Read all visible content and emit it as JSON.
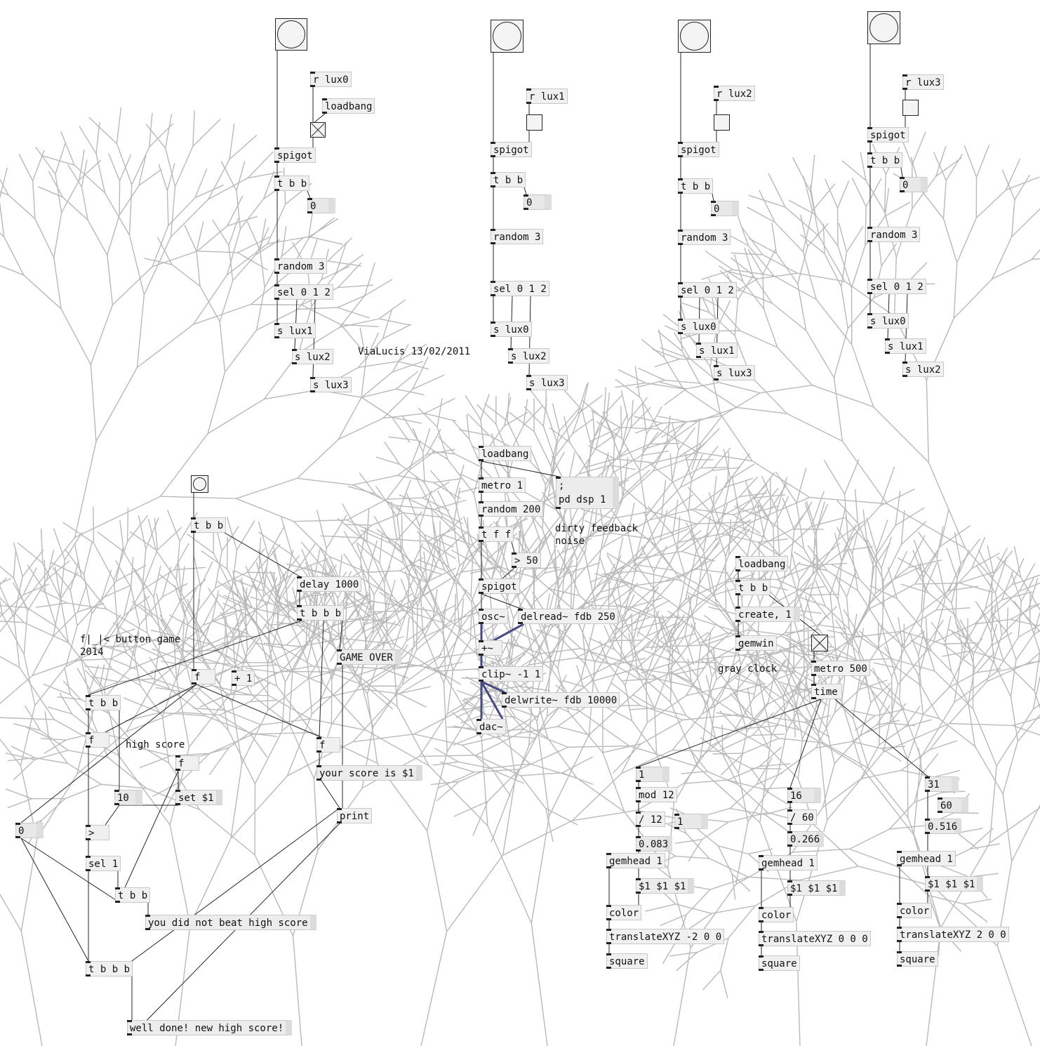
{
  "patch": {
    "credit": "ViaLucis 13/02/2011",
    "voices": [
      {
        "receive": "r lux0",
        "loadbang": "loadbang",
        "spigot": "spigot",
        "trigger": "t b b",
        "number": "0",
        "random": "random 3",
        "select": "sel 0 1 2",
        "sends": [
          "s lux1",
          "s lux2",
          "s lux3"
        ]
      },
      {
        "receive": "r lux1",
        "spigot": "spigot",
        "trigger": "t b b",
        "number": "0",
        "random": "random 3",
        "select": "sel 0 1 2",
        "sends": [
          "s lux0",
          "s lux2",
          "s lux3"
        ]
      },
      {
        "receive": "r lux2",
        "spigot": "spigot",
        "trigger": "t b b",
        "number": "0",
        "random": "random 3",
        "select": "sel 0 1 2",
        "sends": [
          "s lux0",
          "s lux1",
          "s lux3"
        ]
      },
      {
        "receive": "r lux3",
        "spigot": "spigot",
        "trigger": "t b b",
        "number": "0",
        "random": "random 3",
        "select": "sel 0 1 2",
        "sends": [
          "s lux0",
          "s lux1",
          "s lux2"
        ]
      }
    ],
    "noise": {
      "loadbang": "loadbang",
      "metro": "metro 1",
      "random": "random 200",
      "trigger": "t f f",
      "compare": "> 50",
      "spigot": "spigot",
      "osc": "osc~",
      "delread": "delread~ fdb 250",
      "plus": "+~",
      "clip": "clip~ -1 1",
      "delwrite": "delwrite~ fdb 10000",
      "dac": "dac~",
      "msg_semicolon": ";",
      "msg_dsp": "pd dsp 1",
      "comment_line1": "dirty feedback",
      "comment_line2": "noise"
    },
    "game": {
      "title_line1": "f|_|< button game",
      "title_line2": "2014",
      "trigger_top": "t b b",
      "delay": "delay 1000",
      "trigger_bbb": "t b b b",
      "game_over": "GAME OVER",
      "f_counter": "f",
      "plus_one": "+ 1",
      "trigger_left": "t b b",
      "f_left": "f",
      "high_score_label": "high score",
      "f_high": "f",
      "num_ten": "10",
      "set_msg": "set $1",
      "f_mid": "f",
      "your_score": "your score is $1",
      "print": "print",
      "num_zero": "0",
      "greater": ">",
      "select_one": "sel 1",
      "trigger_b_b": "t b b",
      "not_beat": "you did not beat high score",
      "trigger_bottom": "t b b b",
      "well_done": "well done! new high score!"
    },
    "clock": {
      "loadbang": "loadbang",
      "trigger": "t b b",
      "create_msg": "create, 1",
      "gemwin": "gemwin",
      "comment": "gray clock",
      "metro": "metro 500",
      "time": "time",
      "columns": [
        {
          "value": "1",
          "op1": "mod 12",
          "op2": "/ 12",
          "side": "1",
          "ratio": "0.083",
          "gemhead": "gemhead 1",
          "rgb": "$1 $1 $1",
          "color": "color",
          "translate": "translateXYZ -2 0 0",
          "square": "square"
        },
        {
          "value": "16",
          "op2": "/ 60",
          "ratio": "0.266",
          "gemhead": "gemhead 1",
          "rgb": "$1 $1 $1",
          "color": "color",
          "translate": "translateXYZ 0 0 0",
          "square": "square"
        },
        {
          "value": "31",
          "side": "60",
          "ratio": "0.516",
          "gemhead": "gemhead 1",
          "rgb": "$1 $1 $1",
          "color": "color",
          "translate": "translateXYZ 2 0 0",
          "square": "square"
        }
      ]
    }
  }
}
